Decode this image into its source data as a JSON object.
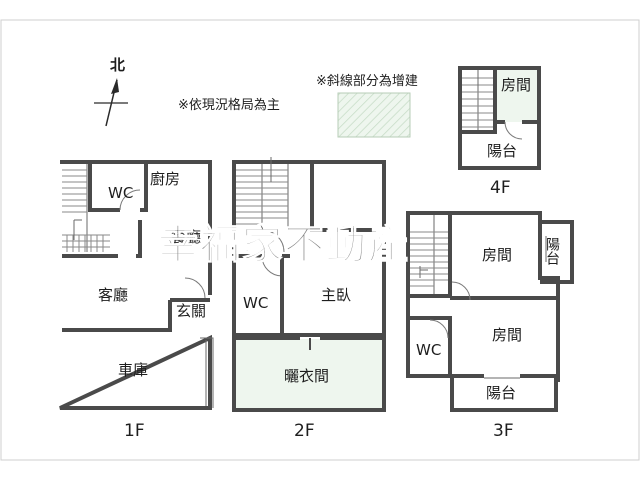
{
  "notes": {
    "current_layout": "※依現況格局為主",
    "hatched_extension": "※斜線部分為增建"
  },
  "compass": {
    "north": "北"
  },
  "watermark": "幸福家不動產",
  "floors": {
    "f1": {
      "label": "1F",
      "rooms": {
        "wc": "WC",
        "kitchen": "廚房",
        "dining": "餐廳",
        "living": "客廳",
        "entrance": "玄關",
        "garage": "車庫"
      }
    },
    "f2": {
      "label": "2F",
      "rooms": {
        "wc": "WC",
        "master": "主臥",
        "closet": "曬衣間"
      }
    },
    "f3": {
      "label": "3F",
      "rooms": {
        "room_a": "房間",
        "balcony_side": "陽台",
        "wc": "WC",
        "room_b": "房間",
        "balcony": "陽台"
      }
    },
    "f4": {
      "label": "4F",
      "rooms": {
        "room": "房間",
        "balcony": "陽台"
      }
    }
  },
  "colors": {
    "wall": "#4a4a4a",
    "extension_fill": "#eaf4ea",
    "watermark": "#b9c0c9",
    "frame": "#cfcfcf"
  }
}
